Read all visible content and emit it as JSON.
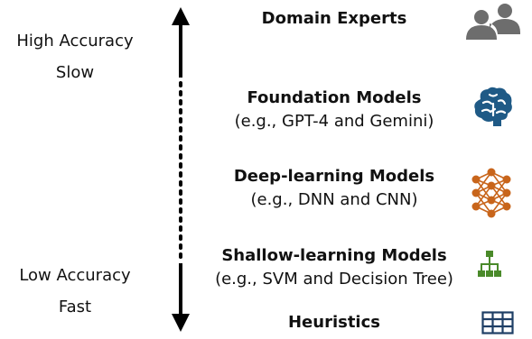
{
  "axis": {
    "top_label_line1": "High Accuracy",
    "top_label_line2": "Slow",
    "bottom_label_line1": "Low Accuracy",
    "bottom_label_line2": "Fast"
  },
  "tiers": [
    {
      "name": "Domain Experts",
      "example": "",
      "icon": "people-icon",
      "color": "#6d6d6d"
    },
    {
      "name": "Foundation Models",
      "example": "(e.g., GPT-4 and Gemini)",
      "icon": "brain-icon",
      "color": "#1f5a86"
    },
    {
      "name": "Deep-learning Models",
      "example": "(e.g., DNN and CNN)",
      "icon": "neural-network-icon",
      "color": "#c8651b"
    },
    {
      "name": "Shallow-learning Models",
      "example": "(e.g., SVM and Decision Tree)",
      "icon": "decision-tree-icon",
      "color": "#4a8a2a"
    },
    {
      "name": "Heuristics",
      "example": "",
      "icon": "table-icon",
      "color": "#1f3f66"
    }
  ]
}
